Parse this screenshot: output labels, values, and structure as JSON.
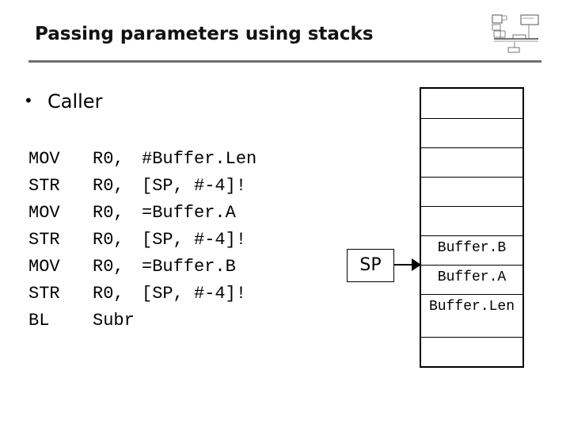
{
  "slide": {
    "title": "Passing parameters using stacks",
    "bullet": "•",
    "bullet_text": "Caller"
  },
  "code": [
    {
      "op": "MOV",
      "reg": "R0,",
      "arg": "#Buffer.Len"
    },
    {
      "op": "STR",
      "reg": "R0,",
      "arg": "[SP, #-4]!"
    },
    {
      "op": "MOV",
      "reg": "R0,",
      "arg": "=Buffer.A"
    },
    {
      "op": "STR",
      "reg": "R0,",
      "arg": "[SP, #-4]!"
    },
    {
      "op": "MOV",
      "reg": "R0,",
      "arg": "=Buffer.B"
    },
    {
      "op": "STR",
      "reg": "R0,",
      "arg": "[SP, #-4]!"
    },
    {
      "op": "BL",
      "reg": "Subr",
      "arg": ""
    }
  ],
  "stack": {
    "cells": [
      "",
      "",
      "",
      "",
      "",
      "Buffer.B",
      "Buffer.A",
      "Buffer.Len",
      ""
    ]
  },
  "pointer": {
    "label": "SP"
  },
  "icons": {
    "logo": "architecture-diagram-logo",
    "arrow": "right-arrow-icon"
  }
}
